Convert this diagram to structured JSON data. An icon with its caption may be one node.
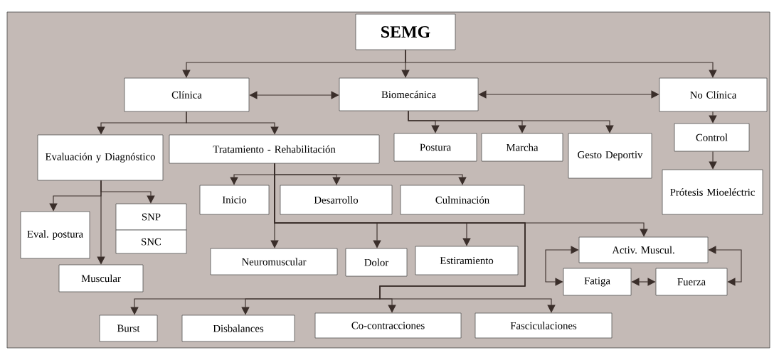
{
  "diagram": {
    "nodes": [
      {
        "text": [
          "SEMG"
        ]
      },
      {
        "text": [
          "Clínica"
        ]
      },
      {
        "text": [
          "Biomecánica"
        ]
      },
      {
        "text": [
          "No Clínica"
        ]
      },
      {
        "text": [
          "Evaluación y Diagnóstico"
        ]
      },
      {
        "text": [
          "Tratamiento - Rehabilitación"
        ]
      },
      {
        "text": [
          "Postura"
        ]
      },
      {
        "text": [
          "Marcha"
        ]
      },
      {
        "text": [
          "Gesto Deportiv"
        ]
      },
      {
        "text": [
          "Control"
        ]
      },
      {
        "text": [
          "Prótesis Mioeléctric"
        ]
      },
      {
        "text": [
          "Eval. postura"
        ]
      },
      {
        "text": [
          "SNP"
        ]
      },
      {
        "text": [
          "SNC"
        ]
      },
      {
        "text": [
          "Muscular"
        ]
      },
      {
        "text": [
          "Inicio"
        ]
      },
      {
        "text": [
          "Desarrollo"
        ]
      },
      {
        "text": [
          "Culminación"
        ]
      },
      {
        "text": [
          "Neuromuscular"
        ]
      },
      {
        "text": [
          "Dolor"
        ]
      },
      {
        "text": [
          "Estiramiento"
        ]
      },
      {
        "text": [
          "Activ. Muscul."
        ]
      },
      {
        "text": [
          "Fatiga"
        ]
      },
      {
        "text": [
          "Fuerza"
        ]
      },
      {
        "text": [
          "Burst"
        ]
      },
      {
        "text": [
          "Disbalances"
        ]
      },
      {
        "text": [
          "Co-contracciones"
        ]
      },
      {
        "text": [
          "Fasciculaciones"
        ]
      }
    ],
    "edges": [
      {
        "from": 0,
        "to": 1,
        "arrow": "to"
      },
      {
        "from": 0,
        "to": 2,
        "arrow": "to"
      },
      {
        "from": 0,
        "to": 3,
        "arrow": "to"
      },
      {
        "from": 1,
        "to": 2,
        "arrow": "both"
      },
      {
        "from": 2,
        "to": 3,
        "arrow": "both"
      },
      {
        "from": 1,
        "to": 4,
        "arrow": "to"
      },
      {
        "from": 1,
        "to": 5,
        "arrow": "to"
      },
      {
        "from": 2,
        "to": 6,
        "arrow": "to"
      },
      {
        "from": 2,
        "to": 7,
        "arrow": "to"
      },
      {
        "from": 2,
        "to": 8,
        "arrow": "to"
      },
      {
        "from": 3,
        "to": 9,
        "arrow": "to"
      },
      {
        "from": 9,
        "to": 10,
        "arrow": "to"
      },
      {
        "from": 4,
        "to": 11,
        "arrow": "to"
      },
      {
        "from": 4,
        "to": 12,
        "arrow": "to"
      },
      {
        "from": 4,
        "to": 14,
        "arrow": "to"
      },
      {
        "from": 5,
        "to": 15,
        "arrow": "to"
      },
      {
        "from": 5,
        "to": 16,
        "arrow": "to"
      },
      {
        "from": 5,
        "to": 17,
        "arrow": "to"
      },
      {
        "from": 5,
        "to": 18,
        "arrow": "to"
      },
      {
        "from": 5,
        "to": 19,
        "arrow": "to"
      },
      {
        "from": 5,
        "to": 20,
        "arrow": "to"
      },
      {
        "from": 5,
        "to": 21,
        "arrow": "to"
      },
      {
        "from": 5,
        "to": 24,
        "arrow": "to"
      },
      {
        "from": 5,
        "to": 25,
        "arrow": "to"
      },
      {
        "from": 5,
        "to": 26,
        "arrow": "to"
      },
      {
        "from": 5,
        "to": 27,
        "arrow": "to"
      },
      {
        "from": 22,
        "to": 21,
        "arrow": "both"
      },
      {
        "from": 23,
        "to": 21,
        "arrow": "both"
      },
      {
        "from": 22,
        "to": 23,
        "arrow": "both"
      }
    ]
  }
}
